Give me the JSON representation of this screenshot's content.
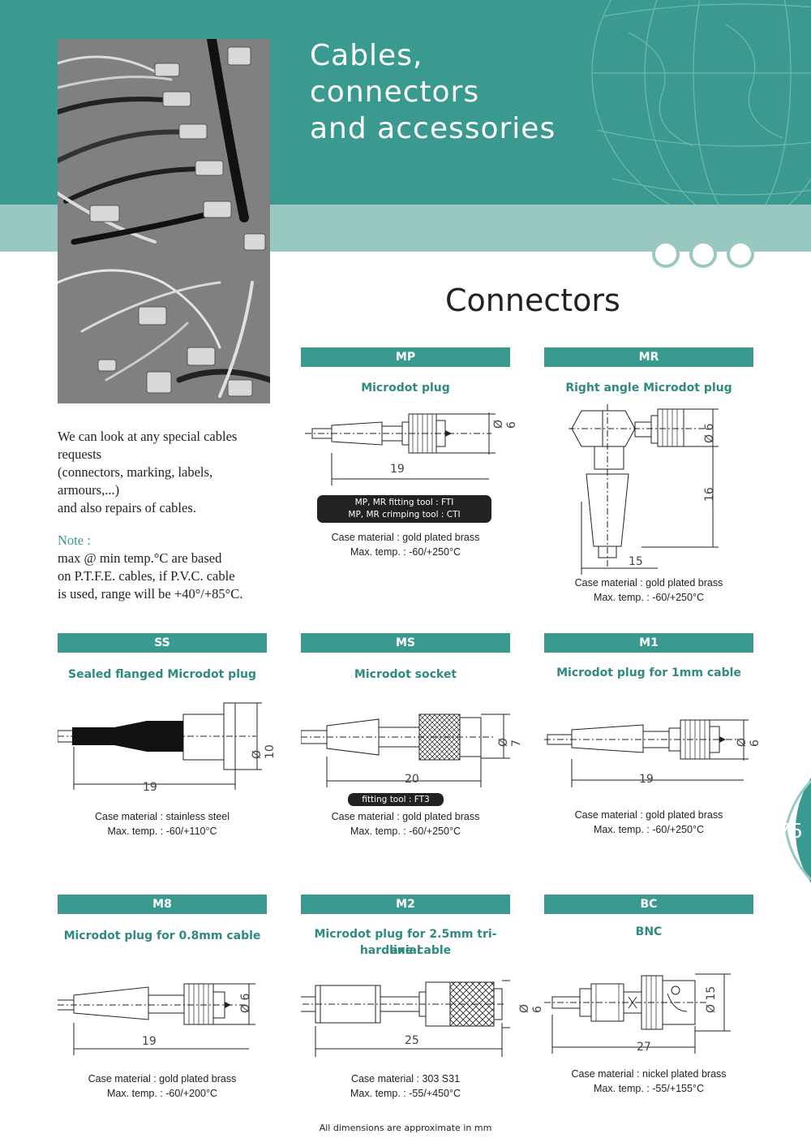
{
  "header": {
    "title_lines": [
      "Cables,",
      "connectors",
      "and accessories"
    ]
  },
  "section": {
    "title": "Connectors"
  },
  "intro": {
    "text_lines": [
      "We can look at any special cables requests",
      "(connectors, marking, labels, armours,...)",
      "and also repairs of cables."
    ],
    "note_label": "Note :",
    "note_lines": [
      "max @ min temp.°C are based",
      "on P.T.F.E. cables, if P.V.C. cable",
      "is used, range will be +40°/+85°C."
    ]
  },
  "connectors": {
    "mp": {
      "code": "MP",
      "name": "Microdot plug",
      "dim_length": "19",
      "dim_diameter": "Ø 6",
      "tools": [
        "MP, MR fitting tool : FTI",
        "MP, MR crimping tool : CTI"
      ],
      "material": "Case material : gold plated brass",
      "temp": "Max. temp. : -60/+250°C"
    },
    "mr": {
      "code": "MR",
      "name": "Right angle Microdot plug",
      "dim_length": "15",
      "dim_height": "16",
      "dim_diameter": "Ø 6",
      "material": "Case material : gold plated brass",
      "temp": "Max. temp. : -60/+250°C"
    },
    "ss": {
      "code": "SS",
      "name": "Sealed flanged Microdot plug",
      "dim_length": "19",
      "dim_diameter": "Ø 10",
      "material": "Case material : stainless steel",
      "temp": "Max. temp. : -60/+110°C"
    },
    "ms": {
      "code": "MS",
      "name": "Microdot socket",
      "dim_length": "20",
      "dim_diameter": "Ø 7",
      "tool": "fitting tool : FT3",
      "material": "Case material : gold plated brass",
      "temp": "Max. temp. : -60/+250°C"
    },
    "m1": {
      "code": "M1",
      "name": "Microdot plug for 1mm cable",
      "dim_length": "19",
      "dim_diameter": "Ø 6",
      "material": "Case material : gold plated brass",
      "temp": "Max. temp. : -60/+250°C"
    },
    "m8": {
      "code": "M8",
      "name": "Microdot plug for 0.8mm cable",
      "dim_length": "19",
      "dim_diameter": "Ø 6",
      "material": "Case material : gold plated brass",
      "temp": "Max. temp. : -60/+200°C"
    },
    "m2": {
      "code": "M2",
      "name_lines": [
        "Microdot plug for 2.5mm tri-axial",
        "hardline cable"
      ],
      "dim_length": "25",
      "dim_diameter": "Ø 6",
      "material": "Case material : 303 S31",
      "temp": "Max. temp. : -55/+450°C"
    },
    "bc": {
      "code": "BC",
      "name": "BNC",
      "dim_length": "27",
      "dim_diameter": "Ø 15",
      "material": "Case material : nickel plated brass",
      "temp": "Max. temp. : -55/+155°C"
    }
  },
  "footer": {
    "note": "All dimensions are approximate in mm",
    "page_number": "75"
  },
  "colors": {
    "teal": "#3a9a90",
    "teal_light": "#98c8bf"
  }
}
